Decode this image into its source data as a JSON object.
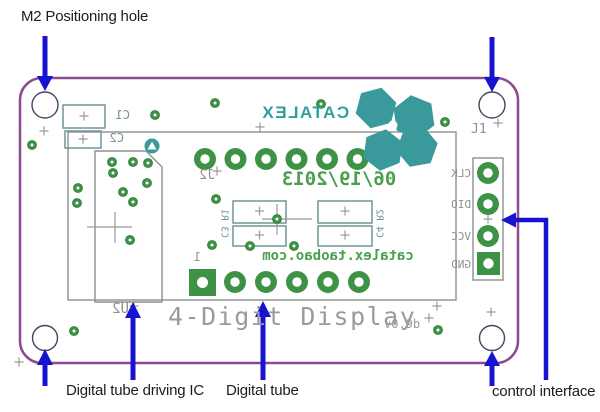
{
  "annotations": {
    "positioning_hole": "M2 Positioning hole",
    "driving_ic": "Digital tube driving IC",
    "digital_tube": "Digital tube",
    "control_interface": "control interface"
  },
  "silkscreen": {
    "brand": "CATALEX",
    "date": "06/19/2013",
    "website": "catalex.taobao.com",
    "product_name": "4-Digit Display",
    "version": "v0.9b",
    "pin_labels": [
      "CLK",
      "DIO",
      "VCC",
      "GND"
    ],
    "refdes": {
      "connector": "J1",
      "display_connector": "J2",
      "driver_ic": "U2",
      "cap1": "C1",
      "cap2": "C2",
      "pair_left": "C3 R1",
      "pair_right": "C4 R2",
      "pin_one": "1"
    }
  },
  "colors": {
    "board_outline": "#8c4a90",
    "silkscreen_gray": "#8f8f8f",
    "pad_green": "#3e9245",
    "logo_teal": "#39999b",
    "text_green": "#4aa04e",
    "arrow_blue": "#1813cf",
    "label_black": "#1c1c1c"
  }
}
